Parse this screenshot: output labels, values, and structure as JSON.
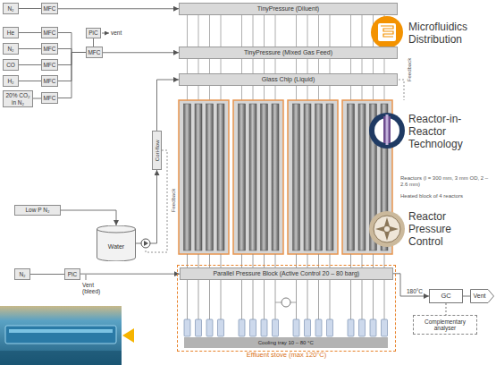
{
  "diagram": {
    "nodes": [
      {
        "text": [
          "N₂"
        ]
      },
      {
        "text": [
          "MFC"
        ]
      },
      {
        "text": [
          "TinyPressure (Diluent)"
        ]
      },
      {
        "text": [
          "He"
        ]
      },
      {
        "text": [
          "MFC"
        ]
      },
      {
        "text": [
          "N₂"
        ]
      },
      {
        "text": [
          "MFC"
        ]
      },
      {
        "text": [
          "CO"
        ]
      },
      {
        "text": [
          "MFC"
        ]
      },
      {
        "text": [
          "H₂"
        ]
      },
      {
        "text": [
          "MFC"
        ]
      },
      {
        "text": [
          "20% CO₂ in N₂"
        ]
      },
      {
        "text": [
          "MFC"
        ]
      },
      {
        "text": [
          "PiC"
        ]
      },
      {
        "text": [
          "MFC"
        ]
      },
      {
        "text": [
          "TinyPressure (Mixed Gas Feed)"
        ]
      },
      {
        "text": [
          "Glass Chip (Liquid)"
        ]
      },
      {
        "text": [
          "Cori-flow"
        ]
      },
      {
        "text": [
          "Low P N₂"
        ]
      },
      {
        "text": [
          "Water"
        ]
      },
      {
        "text": [
          "N₂"
        ]
      },
      {
        "text": [
          "PiC"
        ]
      },
      {
        "text": [
          "Effluent stove (max 120°C)"
        ]
      },
      {
        "text": [
          "Parallel Pressure Block (Active Control 20 – 80 barg)"
        ],
        "in": 22
      },
      {
        "text": [
          "Cooling tray 10 – 80 °C"
        ],
        "in": 22
      },
      {
        "text": [
          "GC"
        ]
      },
      {
        "text": [
          "Vent"
        ]
      },
      {
        "text": [
          "Complementary analyser"
        ]
      }
    ],
    "edges": [
      {
        "from": 0,
        "to": 1,
        "arrow": "none"
      },
      {
        "from": 1,
        "to": 2,
        "arrow": "to"
      },
      {
        "from": 3,
        "to": 4,
        "arrow": "none"
      },
      {
        "from": 5,
        "to": 6,
        "arrow": "none"
      },
      {
        "from": 7,
        "to": 8,
        "arrow": "none"
      },
      {
        "from": 9,
        "to": 10,
        "arrow": "none"
      },
      {
        "from": 11,
        "to": 12,
        "arrow": "none"
      },
      {
        "from": 4,
        "to": 14,
        "arrow": "none"
      },
      {
        "from": 6,
        "to": 14,
        "arrow": "none"
      },
      {
        "from": 8,
        "to": 14,
        "arrow": "none"
      },
      {
        "from": 10,
        "to": 14,
        "arrow": "none"
      },
      {
        "from": 12,
        "to": 14,
        "arrow": "none"
      },
      {
        "from": 13,
        "to": 14,
        "arrow": "none"
      },
      {
        "from": 14,
        "to": 15,
        "arrow": "to"
      },
      {
        "from": 18,
        "to": 19,
        "arrow": "to"
      },
      {
        "from": 19,
        "to": 17,
        "arrow": "to"
      },
      {
        "from": 17,
        "to": 16,
        "arrow": "to"
      },
      {
        "from": 20,
        "to": 21,
        "arrow": "none"
      },
      {
        "from": 21,
        "to": 23,
        "arrow": "to"
      },
      {
        "from": 23,
        "to": 25,
        "label": "180°C",
        "arrow": "to"
      },
      {
        "from": 25,
        "to": 26,
        "arrow": "none"
      },
      {
        "from": 25,
        "to": 27,
        "arrow": "none"
      }
    ],
    "labels": [
      "vent",
      "Microfluidics Distribution",
      "Feedback",
      "Reactor-in-Reactor Technology",
      "Reactors (l = 300 mm, 3 mm OD, 2 – 2.6 mm)",
      "Heated block of 4 reactors",
      "Reactor Pressure Control",
      "Feedback",
      "Vent (bleed)"
    ]
  }
}
